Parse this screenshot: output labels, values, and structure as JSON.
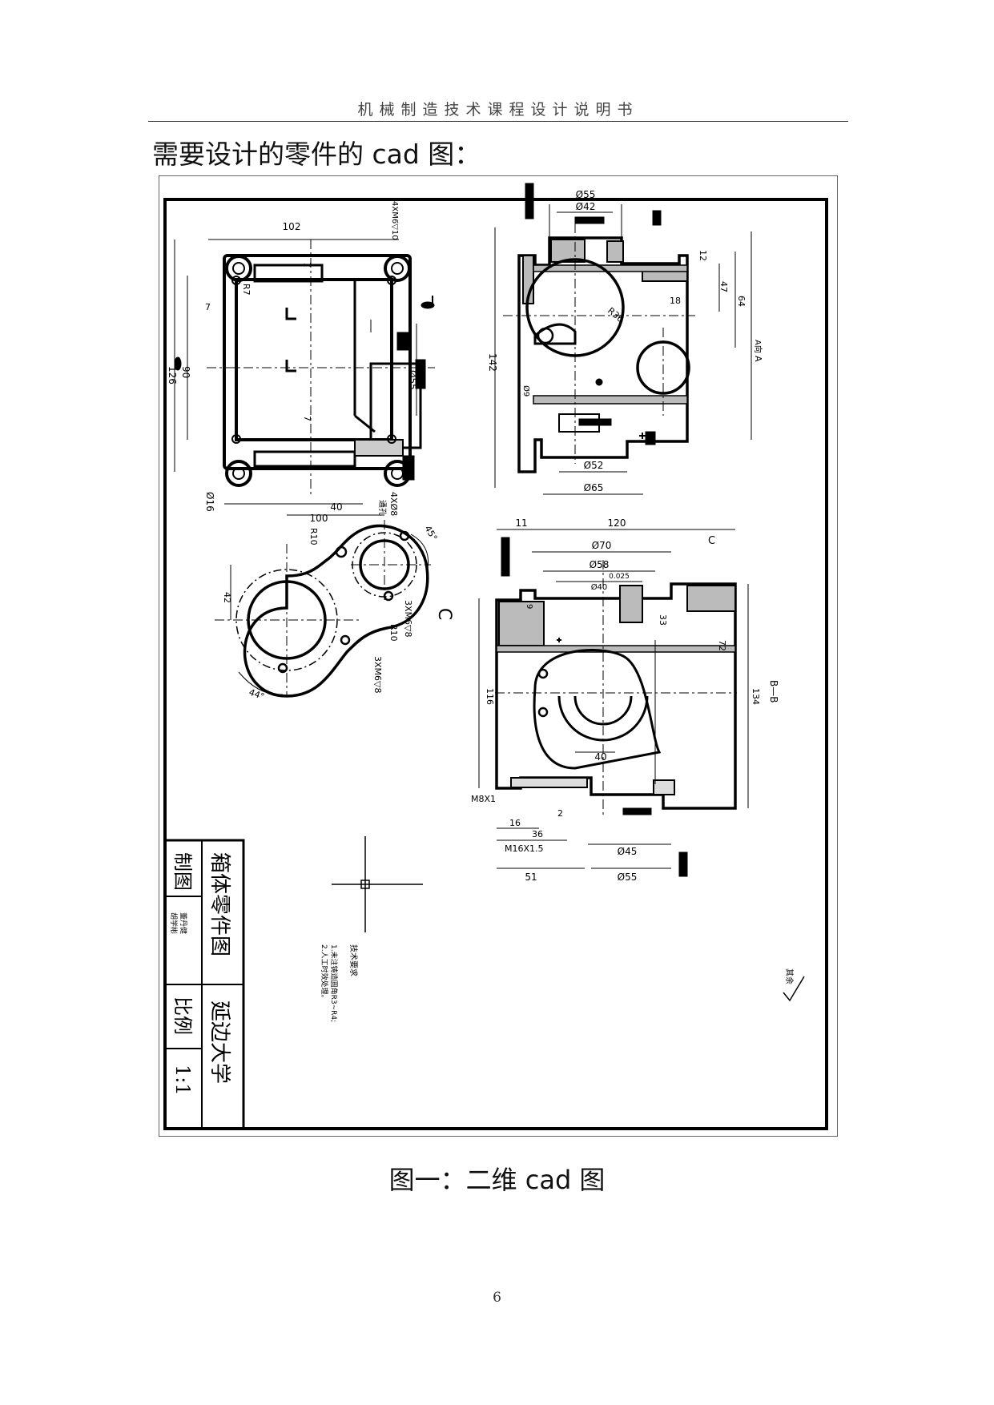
{
  "header": {
    "title": "机械制造技术课程设计说明书"
  },
  "intro": {
    "text": "需要设计的零件的 cad 图："
  },
  "drawing": {
    "top_left_view": {
      "dims": [
        "102",
        "4XM6▽10",
        "R7",
        "7",
        "7",
        "7",
        "126",
        "90",
        "Ø55",
        "Ø16",
        "4XØ8",
        "通孔",
        "100"
      ]
    },
    "top_right_view": {
      "dims": [
        "Ø55",
        "Ø42",
        "12",
        "47",
        "64",
        "18",
        "R36",
        "142",
        "A",
        "A向",
        "Ø9",
        "Ø52",
        "Ø65",
        "11"
      ]
    },
    "bottom_left_view": {
      "dims": [
        "40",
        "R10",
        "45°",
        "42",
        "3XM6▽8",
        "R10",
        "3XM6▽8",
        "44°"
      ],
      "view_label": "C"
    },
    "bottom_right_view": {
      "dims": [
        "120",
        "Ø70",
        "C",
        "Ø58",
        "0.025",
        "Ø40",
        "9",
        "33",
        "72",
        "116",
        "134",
        "B—B",
        "40",
        "M8X1",
        "16",
        "36",
        "2",
        "M16X1.5",
        "Ø45",
        "51",
        "Ø55"
      ]
    },
    "notes": {
      "heading": "技术要求",
      "line1": "1.未注铸造圆角R3~R4;",
      "line2": "2.人工时效处理。",
      "roughness": "其余"
    },
    "title_block": {
      "drawn_label": "制图",
      "drawer_name1": "董丹健",
      "drawer_name2": "胡学彬",
      "part_name": "箱体零件图",
      "scale_label": "比例",
      "scale_value": "1:1",
      "school": "延边大学"
    }
  },
  "caption": {
    "text": "图一：二维 cad 图"
  },
  "page_number": "6"
}
